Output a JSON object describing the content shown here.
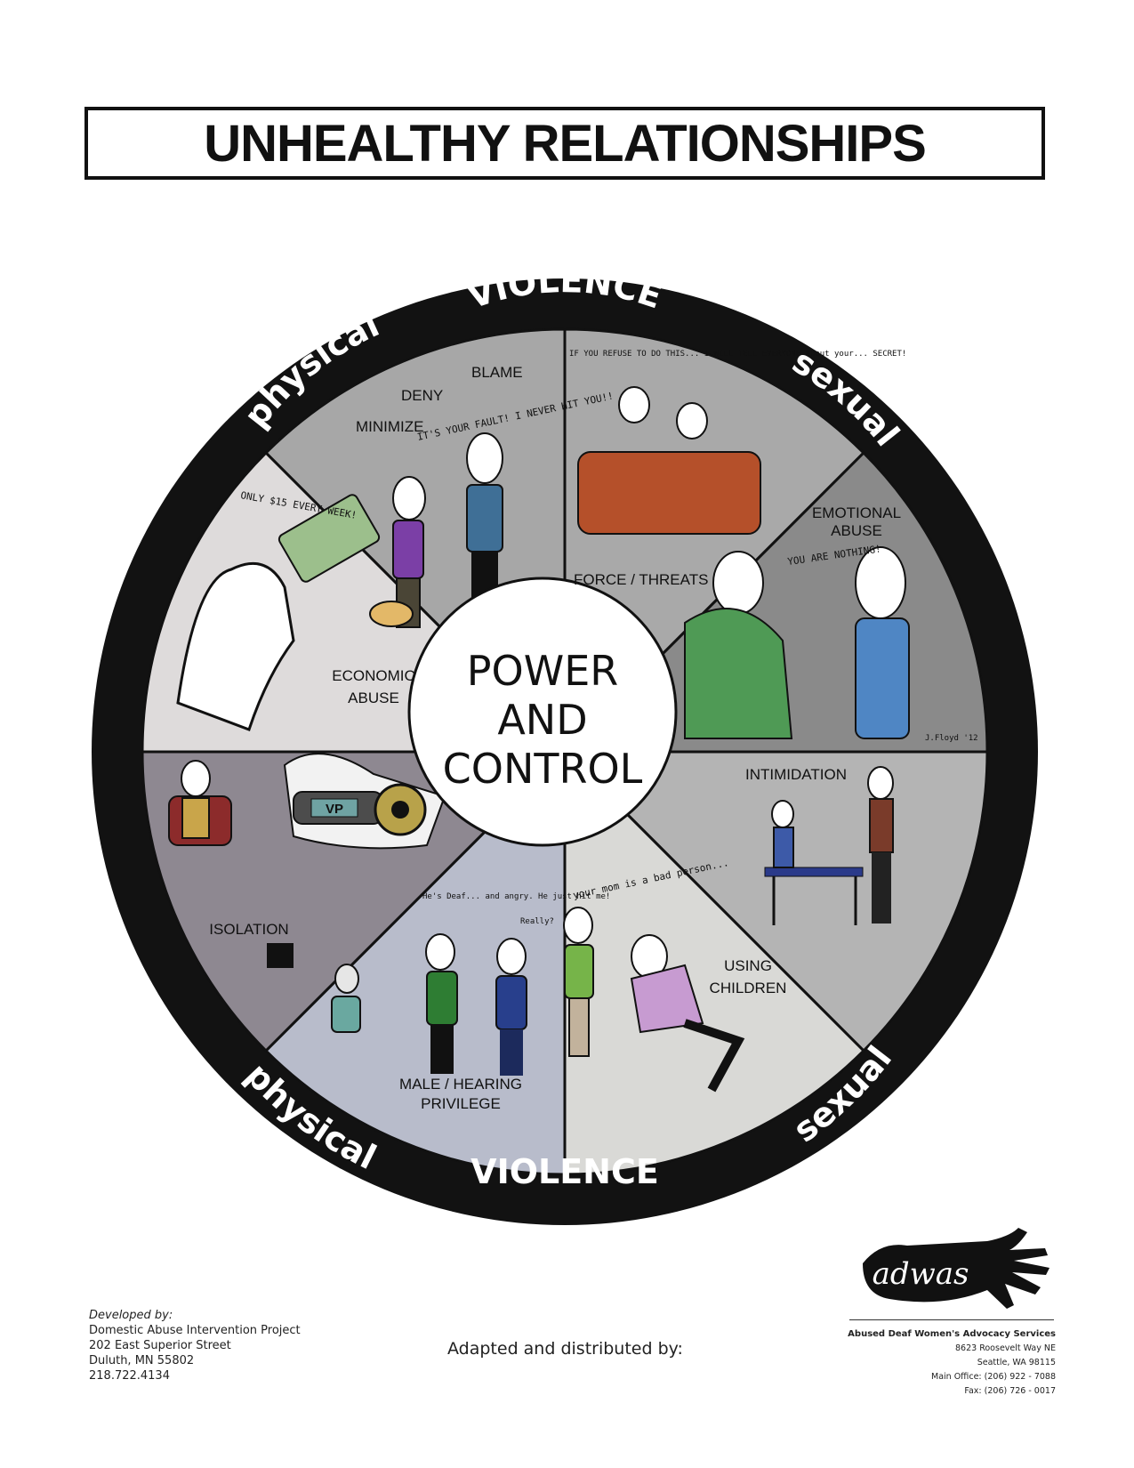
{
  "title": "UNHEALTHY RELATIONSHIPS",
  "center": {
    "line1": "POWER",
    "line2": "AND",
    "line3": "CONTROL"
  },
  "rim": {
    "top": "VIOLENCE",
    "bottom": "VIOLENCE",
    "top_left": "physical",
    "bottom_left": "physical",
    "top_right": "sexual",
    "bottom_right": "sexual"
  },
  "segments": {
    "blame": {
      "label_minimize": "MINIMIZE",
      "label_deny": "DENY",
      "label_blame": "BLAME",
      "speech": "IT'S YOUR FAULT! I NEVER HIT YOU!!",
      "color": "#a7a7a7"
    },
    "force": {
      "label": "FORCE / THREATS",
      "speech": "IF YOU REFUSE TO DO THIS... I WILL TELL EVERYONE about your... SECRET!",
      "color": "#a9a9a9"
    },
    "emotional": {
      "label_line1": "EMOTIONAL",
      "label_line2": "ABUSE",
      "speech": "YOU ARE NOTHING!",
      "signature": "J.Floyd '12",
      "color": "#8a8a8a"
    },
    "intimidation": {
      "label": "INTIMIDATION",
      "color": "#b4b4b4"
    },
    "children": {
      "label_line1": "USING",
      "label_line2": "CHILDREN",
      "speech": "your mom is a bad person...",
      "color": "#d9d9d6"
    },
    "privilege": {
      "label_line1": "MALE / HEARING",
      "label_line2": "PRIVILEGE",
      "speech1": "He's Deaf... and angry. He just hit me!",
      "speech2": "Really?",
      "color": "#b8bccb"
    },
    "isolation": {
      "label": "ISOLATION",
      "vp_text": "VP",
      "color": "#8e8891"
    },
    "economic": {
      "label_line1": "ECONOMIC",
      "label_line2": "ABUSE",
      "speech": "ONLY $15 EVERY WEEK!",
      "color": "#dedbdb"
    }
  },
  "developed_by": {
    "heading": "Developed by:",
    "line1": "Domestic Abuse Intervention Project",
    "line2": "202 East Superior Street",
    "line3": "Duluth, MN 55802",
    "line4": "218.722.4134"
  },
  "adapted_text": "Adapted and distributed by:",
  "org": {
    "logo_text": "adwas",
    "name": "Abused Deaf Women's Advocacy Services",
    "address1": "8623 Roosevelt Way NE",
    "address2": "Seattle, WA 98115",
    "main_office": "Main Office: (206) 922 - 7088",
    "fax": "Fax: (206) 726 - 0017"
  },
  "colors": {
    "rim": "#121212",
    "center": "#ffffff",
    "lines": "#111111"
  }
}
